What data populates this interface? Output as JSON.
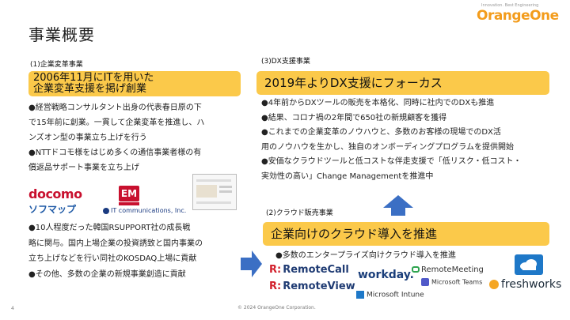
{
  "slide": {
    "title": "事業概要",
    "logo": {
      "tagline": "Innovation. Best Engineering",
      "wordmark": "OrangeOne"
    },
    "page_number": "4",
    "copyright": "© 2024 OrangeOne Corporation."
  },
  "section1": {
    "label": "(1)企業変革事業",
    "banner_line1": "2006年11月にITを用いた",
    "banner_line2": "企業変革支援を掲げ創業",
    "body": [
      "●経営戦略コンサルタント出身の代表春日原の下",
      "で15年前に創業。一貫して企業変革を推進し、ハ",
      "ンズオン型の事業立ち上げを行う",
      "●NTTドコモ様をはじめ多くの通信事業者様の有",
      "償返品サポート事業を立ち上げ"
    ],
    "brands": {
      "docomo": "docomo",
      "sofmap": "ソフマップ",
      "em": "EM",
      "itcom": "IT communications, Inc."
    },
    "body2": [
      "●10人程度だった韓国RSUPPORT社の成長戦",
      "略に関与。国内上場企業の投資誘致と国内事業の",
      "立ち上げなどを行い同社のKOSDAQ上場に貢献",
      "●その他、多数の企業の新規事業創造に貢献"
    ]
  },
  "section3": {
    "label": "(3)DX支援事業",
    "banner": "2019年よりDX支援にフォーカス",
    "body": [
      "●4年前からDXツールの販売を本格化、同時に社内でのDXも推進",
      "●結果、コロナ禍の2年間で650社の新規顧客を獲得",
      "●これまでの企業変革のノウハウと、多数のお客様の現場でのDX活",
      "用のノウハウを生かし、独自のオンボーディングプログラムを提供開始",
      "●安価なクラウドツールと低コストな伴走支援で「低リスク・低コスト・",
      "実効性の高い」Change Managementを推進中"
    ]
  },
  "section2": {
    "label": "(2)クラウド販売事業",
    "banner": "企業向けのクラウド導入を推進",
    "body": "●多数のエンタープライズ向けクラウド導入を推進",
    "products": {
      "remotecall": "RemoteCall",
      "remoteview": "RemoteView",
      "workday": "workday.",
      "intune": "Microsoft Intune",
      "remotemeeting": "RemoteMeeting",
      "msteams": "Microsoft Teams",
      "freshworks": "freshworks"
    }
  },
  "colors": {
    "banner": "#fbc94a",
    "arrow": "#3b6fc4",
    "brand": "#f39c1c"
  },
  "icons": [
    "arrow-up-icon",
    "arrow-right-icon",
    "cloud-icon"
  ]
}
